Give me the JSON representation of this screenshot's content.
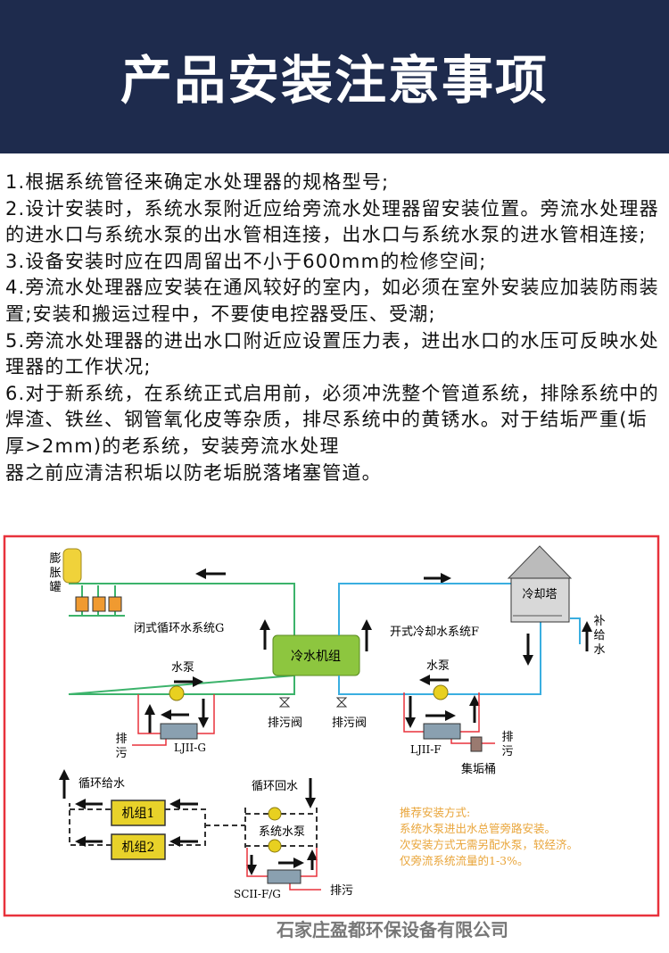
{
  "header": {
    "title": "产品安装注意事项"
  },
  "notes": [
    "1.根据系统管径来确定水处理器的规格型号;",
    "2.设计安装时，系统水泵附近应给旁流水处理器留安装位置。旁流水处理器的进水口与系统水泵的出水管相连接，出水口与系统水泵的进水管相连接;",
    "3.设备安装时应在四周留出不小于600mm的检修空间;",
    "4.旁流水处理器应安装在通风较好的室内，如必须在室外安装应加装防雨装置;安装和搬运过程中，不要使电控器受压、受潮;",
    "5.旁流水处理器的进出水口附近应设置压力表，进出水口的水压可反映水处理器的工作状况;",
    "6.对于新系统，在系统正式启用前，必须冲洗整个管道系统，排除系统中的焊渣、铁丝、钢管氧化皮等杂质，排尽系统中的黄锈水。对于结垢严重(垢厚>2mm)的老系统，安装旁流水处理",
    "器之前应清洁积垢以防老垢脱落堵塞管道。"
  ],
  "diagram": {
    "expansion_tank": [
      "膨",
      "胀",
      "罐"
    ],
    "closed_system": "闭式循环水系统G",
    "chiller": "冷水机组",
    "pump": "水泵",
    "drain": [
      "排",
      "污"
    ],
    "drain_valve": "排污阀",
    "ljii_g": "LJII-G",
    "open_system": "开式冷却水系统F",
    "cooling_tower": "冷却塔",
    "makeup_water": [
      "补",
      "给",
      "水"
    ],
    "ljii_f": "LJII-F",
    "scale_bucket": "集垢桶",
    "supply": "循环给水",
    "return": "循环回水",
    "unit1": "机组1",
    "unit2": "机组2",
    "system_pump": "系统水泵",
    "scii": "SCII-F/G",
    "drain_inline": "排污",
    "recommend": [
      "推荐安装方式:",
      "系统水泵进出水总管旁路安装。",
      "次安装方式无需另配水泵，较经济。",
      "仅旁流系统流量的1-3%。"
    ],
    "colors": {
      "green": "#3cb36b",
      "blue": "#3aaee0",
      "red": "#e8323c",
      "orange": "#e9a53a"
    }
  },
  "company": "石家庄盈都环保设备有限公司"
}
